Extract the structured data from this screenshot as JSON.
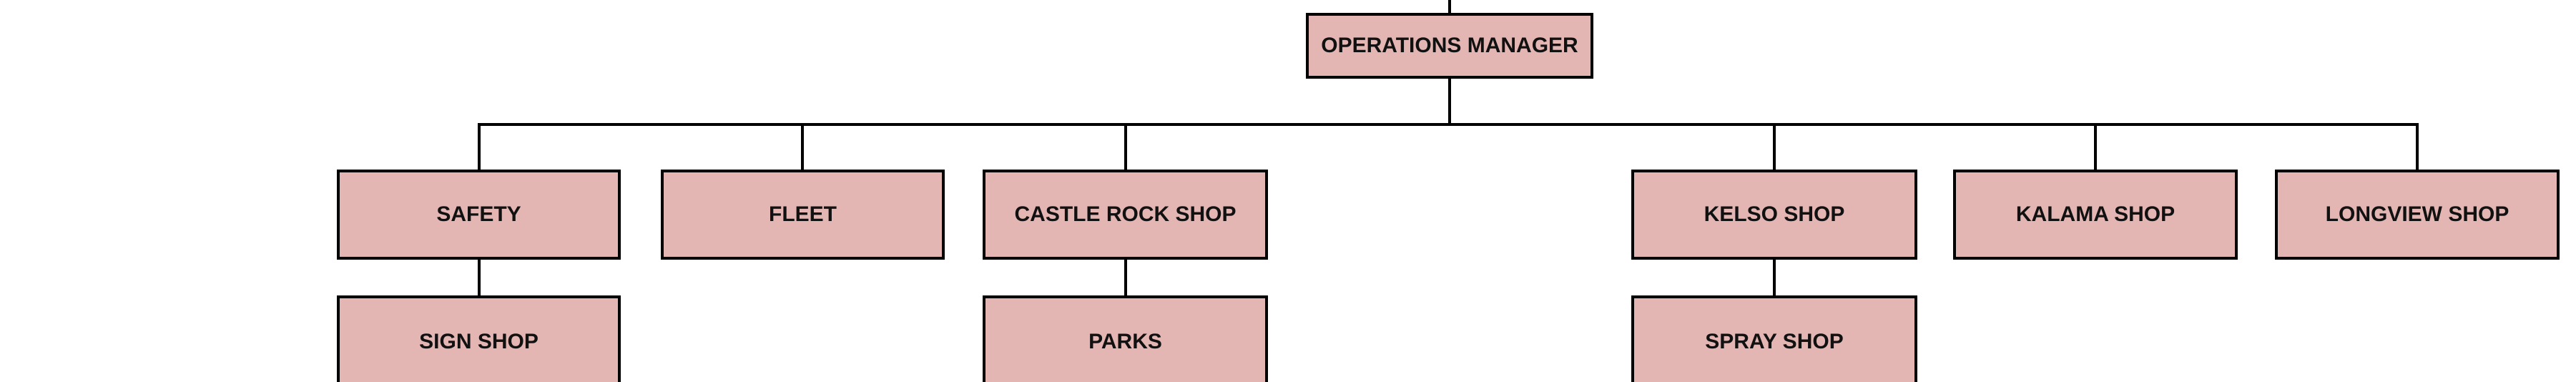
{
  "org_chart": {
    "nodes": {
      "root": {
        "label": "OPERATIONS MANAGER"
      },
      "level2": [
        {
          "label": "SAFETY"
        },
        {
          "label": "FLEET"
        },
        {
          "label": "CASTLE ROCK SHOP"
        },
        {
          "label": "KELSO SHOP"
        },
        {
          "label": "KALAMA SHOP"
        },
        {
          "label": "LONGVIEW SHOP"
        }
      ],
      "level3": [
        {
          "label": "SIGN SHOP",
          "reports_to": "SAFETY"
        },
        {
          "label": "PARKS",
          "reports_to": "CASTLE ROCK SHOP"
        },
        {
          "label": "SPRAY SHOP",
          "reports_to": "KELSO SHOP"
        }
      ]
    },
    "colors": {
      "box_fill": "#e3b6b3",
      "box_border": "#000000",
      "connector": "#000000",
      "text": "#111111",
      "background": "#ffffff"
    }
  }
}
